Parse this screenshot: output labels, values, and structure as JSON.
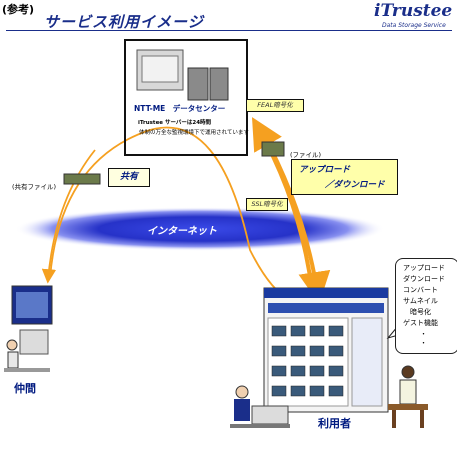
{
  "header": {
    "ref_label": "(参考)",
    "title": "サービス利用イメージ",
    "logo_word": "iTrustee",
    "logo_sub": "Data Storage Service"
  },
  "datacenter": {
    "title": "NTT-ME　データセンター",
    "line1": "iTrustee サーバーは24時間",
    "line2": "体制の万全な監視環境下で運用されています"
  },
  "labels": {
    "feal": "FEAL暗号化",
    "ssl": "SSL暗号化",
    "upload1": "アップロード",
    "upload2": "／ダウンロード",
    "share": "共有",
    "internet": "インターネット",
    "shared_file": "(共有ファイル)",
    "file": "(ファイル)",
    "nakama": "仲間",
    "riyosha": "利用者"
  },
  "features": [
    "アップロード",
    "ダウンロード",
    "コンバート",
    "サムネイル",
    "暗号化",
    "ゲスト機能",
    "・",
    "・"
  ],
  "colors": {
    "navy": "#001a80",
    "orange": "#f5a020",
    "cloud": "#2b3bd6",
    "label_bg": "#ffffaa"
  }
}
